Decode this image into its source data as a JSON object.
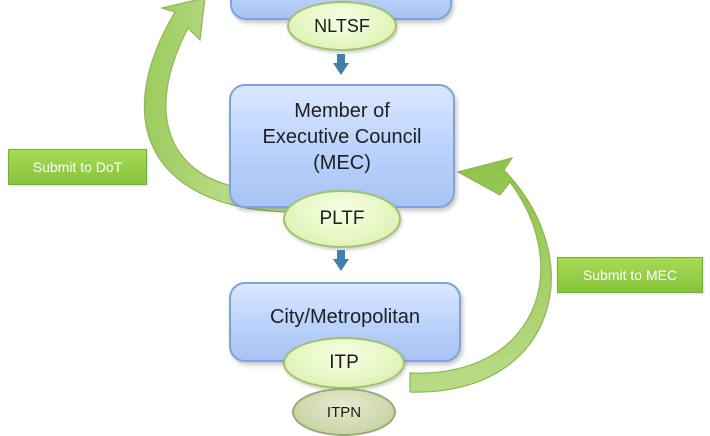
{
  "nodes": {
    "mec_box": {
      "lines": [
        "Member of",
        "Executive Council",
        "(MEC)"
      ]
    },
    "city_box": {
      "label": "City/Metropolitan"
    },
    "nltsf": {
      "label": "NLTSF"
    },
    "pltf": {
      "label": "PLTF"
    },
    "itp": {
      "label": "ITP"
    },
    "itpn": {
      "label": "ITPN"
    }
  },
  "labels": {
    "submit_dot": "Submit to DoT",
    "submit_mec": "Submit to MEC"
  },
  "colors": {
    "box_fill": "#b9d1fb",
    "box_border": "#7fa1dc",
    "oval_fill": "#e6f7c4",
    "oval_border": "#9fc36a",
    "itpn_fill": "#cfd9ae",
    "arrow_green": "#a7cf6e",
    "connector_arrow": "#3f7fa8",
    "tag_fill": "#92cc45"
  }
}
